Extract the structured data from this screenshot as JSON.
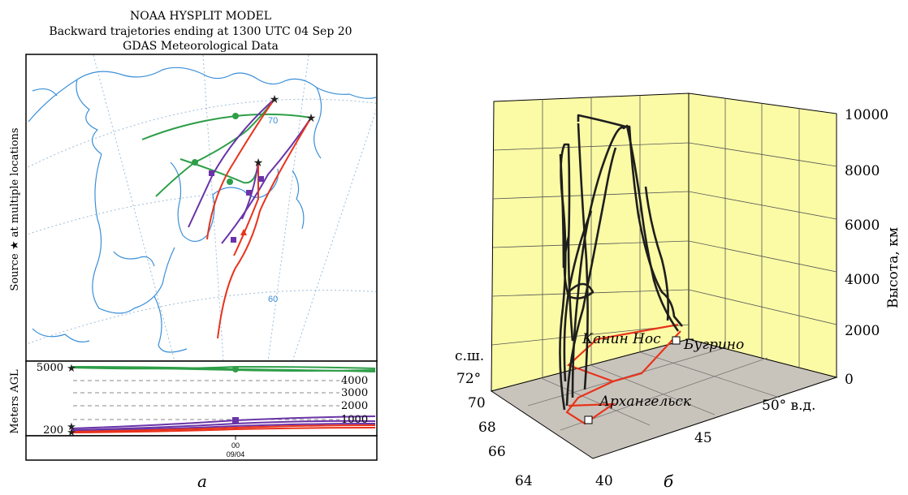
{
  "left": {
    "title_lines": [
      "NOAA HYSPLIT MODEL",
      "Backward trajetories ending at 1300 UTC 04 Sep 20",
      "GDAS Meteorological Data"
    ],
    "side_label_map": "Source ★ at multiple locations",
    "side_label_alt": "Meters AGL",
    "lat_labels": [
      "70",
      "60"
    ],
    "alt_left_ticks": [
      "5000",
      "200"
    ],
    "alt_right_ticks": [
      "4000",
      "3000",
      "2000",
      "1000"
    ],
    "time_label": "00",
    "date_label": "09/04",
    "panel_letter": "а",
    "colors": {
      "green": "#2e9e48",
      "purple": "#6a34a8",
      "red": "#e8331c",
      "coast": "#3a8fd8",
      "grid": "#9dbcd8"
    }
  },
  "right": {
    "z_label": "Высота, км",
    "z_ticks": [
      "10000",
      "8000",
      "6000",
      "4000",
      "2000",
      "0"
    ],
    "lat_ticks": [
      "72°",
      "70",
      "68",
      "66",
      "64"
    ],
    "lat_header": "с.ш.",
    "lon_ticks": [
      "40",
      "45",
      "50° в.д."
    ],
    "places": [
      "Канин Нос",
      "Бугрино",
      "Архангельск"
    ],
    "panel_letter": "б",
    "colors": {
      "wall": "#fbfba6",
      "floor": "#c9c4bb",
      "trajectory": "#1e1e1e",
      "surface_path": "#e8331c"
    }
  }
}
